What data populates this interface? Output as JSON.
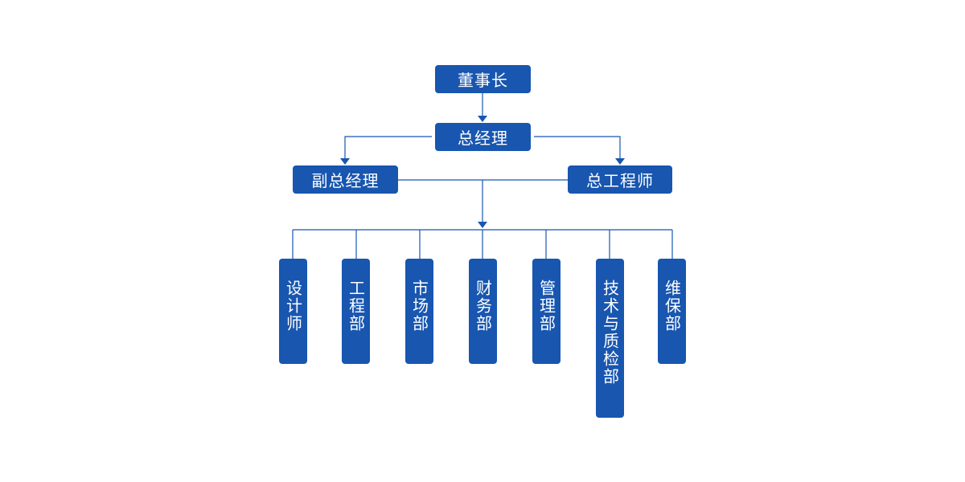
{
  "chart": {
    "chairman": "董事长",
    "general_manager": "总经理",
    "deputy_gm": "副总经理",
    "chief_engineer": "总工程师",
    "departments": [
      "设计师",
      "工程部",
      "市场部",
      "财务部",
      "管理部",
      "技术与质检部",
      "维保部"
    ]
  },
  "colors": {
    "box_fill": "#1856b0",
    "line": "#1856b0",
    "text": "#ffffff"
  }
}
